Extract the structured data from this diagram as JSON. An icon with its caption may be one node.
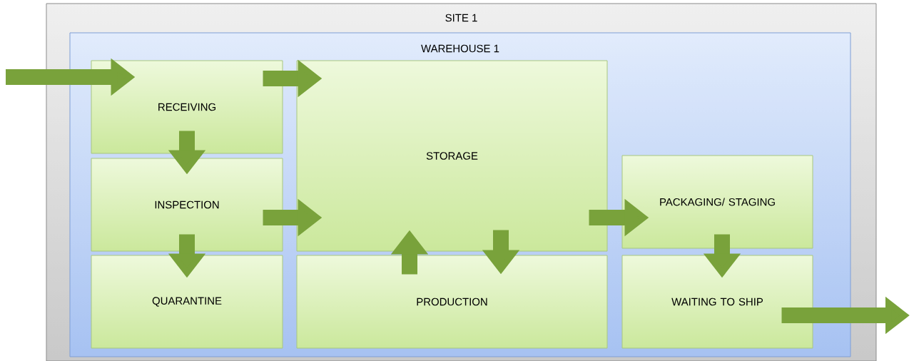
{
  "diagram": {
    "nodes": [
      {
        "text": [
          "SITE 1"
        ]
      },
      {
        "text": [
          "WAREHOUSE 1"
        ],
        "in": 0
      },
      {
        "text": [
          "RECEIVING"
        ],
        "in": 1
      },
      {
        "text": [
          "INSPECTION"
        ],
        "in": 1
      },
      {
        "text": [
          "QUARANTINE"
        ],
        "in": 1
      },
      {
        "text": [
          "STORAGE"
        ],
        "in": 1
      },
      {
        "text": [
          "PRODUCTION"
        ],
        "in": 1
      },
      {
        "text": [
          "PACKAGING/ STAGING"
        ],
        "in": 1
      },
      {
        "text": [
          "WAITING TO SHIP"
        ],
        "in": 1
      }
    ],
    "edges": [
      {
        "from": null,
        "to": 2,
        "arrow": "to"
      },
      {
        "from": 2,
        "to": 3,
        "arrow": "to"
      },
      {
        "from": 2,
        "to": 5,
        "arrow": "to"
      },
      {
        "from": 3,
        "to": 4,
        "arrow": "to"
      },
      {
        "from": 3,
        "to": 5,
        "arrow": "to"
      },
      {
        "from": 5,
        "to": 6,
        "arrow": "to"
      },
      {
        "from": 6,
        "to": 5,
        "arrow": "to"
      },
      {
        "from": 5,
        "to": 7,
        "arrow": "to"
      },
      {
        "from": 7,
        "to": 8,
        "arrow": "to"
      },
      {
        "from": 8,
        "to": null,
        "arrow": "to"
      }
    ]
  }
}
